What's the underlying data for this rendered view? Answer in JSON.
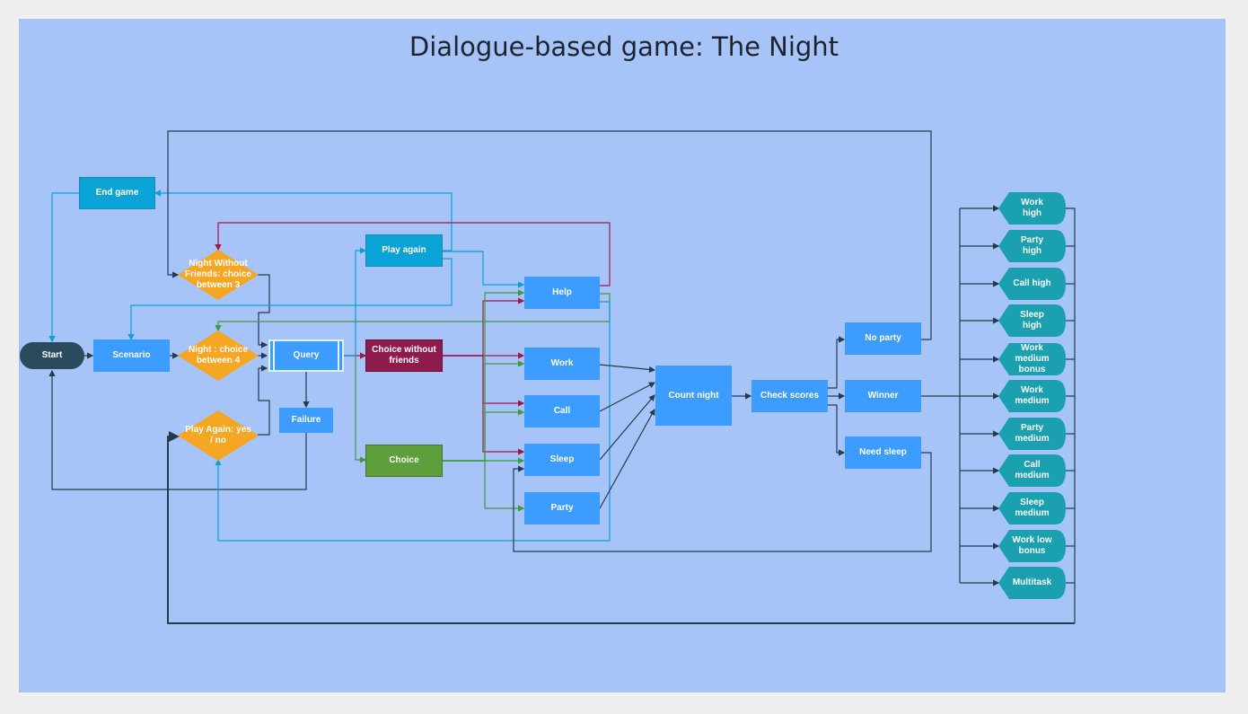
{
  "title": "Dialogue-based game: The Night",
  "colors": {
    "canvas": "#a7c4f9",
    "process": "#3d9cff",
    "decision": "#f5a623",
    "terminal": "#2c4a5e",
    "end": "#0aa3d6",
    "choice_green": "#5e9e3b",
    "choice_purple": "#8d1c4c",
    "ending": "#1ba0b0",
    "edge_dark": "#263a4d",
    "edge_blue": "#0c9fd6",
    "edge_green": "#3f9a3f",
    "edge_purple": "#a0184a"
  },
  "nodes": {
    "start": "Start",
    "scenario": "Scenario",
    "night_choice": "Night : choice between 4",
    "night_without_friends": "Night Without Friends: choice between 3",
    "play_again_decision": "Play Again: yes / no",
    "query": "Query",
    "failure": "Failure",
    "end_game": "End game",
    "play_again": "Play again",
    "choice_without_friends": "Choice without friends",
    "choice": "Choice",
    "help": "Help",
    "work": "Work",
    "call": "Call",
    "sleep": "Sleep",
    "party": "Party",
    "count_night": "Count night",
    "check_scores": "Check scores",
    "no_party": "No party",
    "winner": "Winner",
    "need_sleep": "Need sleep"
  },
  "endings": [
    "Work high",
    "Party high",
    "Call high",
    "Sleep high",
    "Work medium bonus",
    "Work medium",
    "Party medium",
    "Call medium",
    "Sleep medium",
    "Work low bonus",
    "Multitask"
  ]
}
